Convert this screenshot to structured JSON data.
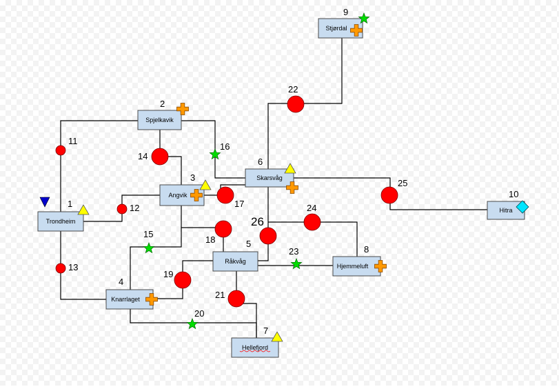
{
  "colors": {
    "box_fill": "#c8dcf0",
    "box_stroke": "#4a4a4a",
    "line": "#000000",
    "circle": "#ff0000",
    "star": "#00dd00",
    "plus": "#ff9900",
    "triangle": "#ffff00",
    "diamond": "#00e5ff",
    "down_triangle": "#0000cc"
  },
  "nodes": [
    {
      "id": "trondheim",
      "label": "Trondheim",
      "number": "1"
    },
    {
      "id": "spjelkavik",
      "label": "Spjelkavik",
      "number": "2"
    },
    {
      "id": "angvik",
      "label": "Angvik",
      "number": "3"
    },
    {
      "id": "knarrlaget",
      "label": "Knarrlaget",
      "number": "4"
    },
    {
      "id": "rakvag",
      "label": "Råkvåg",
      "number": "5"
    },
    {
      "id": "skarsvag",
      "label": "Skarsvåg",
      "number": "6"
    },
    {
      "id": "hellefjord",
      "label": "Hellefjord",
      "number": "7"
    },
    {
      "id": "hjemmeluft",
      "label": "Hjemmeluft",
      "number": "8"
    },
    {
      "id": "stjordal",
      "label": "Stjørdal",
      "number": "9"
    },
    {
      "id": "hitra",
      "label": "Hitra",
      "number": "10"
    }
  ],
  "edges": [
    {
      "number": "11",
      "marker": "circle"
    },
    {
      "number": "12",
      "marker": "circle"
    },
    {
      "number": "13",
      "marker": "circle"
    },
    {
      "number": "14",
      "marker": "circle"
    },
    {
      "number": "15",
      "marker": "star"
    },
    {
      "number": "16",
      "marker": "star"
    },
    {
      "number": "17",
      "marker": "circle"
    },
    {
      "number": "18",
      "marker": "circle"
    },
    {
      "number": "19",
      "marker": "circle"
    },
    {
      "number": "20",
      "marker": "star"
    },
    {
      "number": "21",
      "marker": "circle"
    },
    {
      "number": "22",
      "marker": "circle"
    },
    {
      "number": "23",
      "marker": "star"
    },
    {
      "number": "24",
      "marker": "circle"
    },
    {
      "number": "25",
      "marker": "circle"
    },
    {
      "number": "26",
      "marker": "circle"
    }
  ]
}
